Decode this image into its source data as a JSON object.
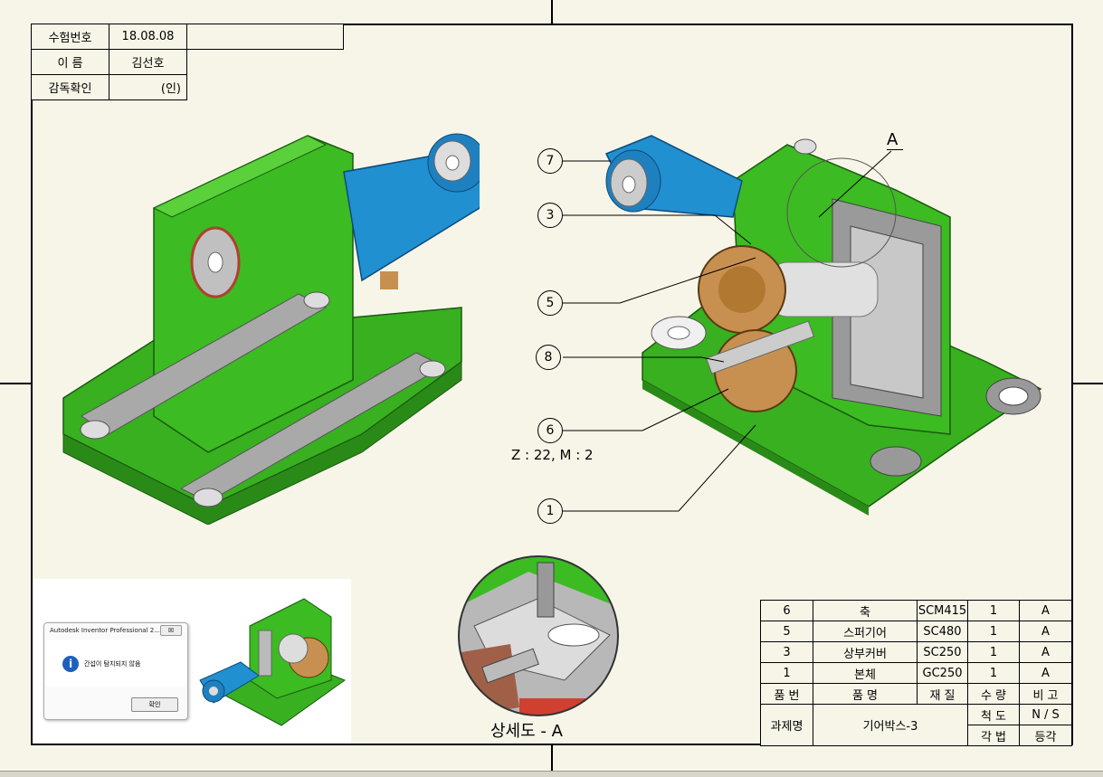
{
  "info_block": {
    "exam_no_label": "수험번호",
    "exam_no_value": "18.08.08",
    "name_label": "이 름",
    "name_value": "김선호",
    "supervisor_label": "감독확인",
    "supervisor_value": "(인)"
  },
  "callouts": [
    "7",
    "3",
    "5",
    "8",
    "6",
    "1"
  ],
  "detail_marker": "A",
  "gear_spec": "Z : 22, M : 2",
  "detail_caption": "상세도 - A",
  "parts_list": {
    "rows": [
      {
        "no": "6",
        "name": "축",
        "material": "SCM415",
        "qty": "1",
        "note": "A"
      },
      {
        "no": "5",
        "name": "스퍼기어",
        "material": "SC480",
        "qty": "1",
        "note": "A"
      },
      {
        "no": "3",
        "name": "상부커버",
        "material": "SC250",
        "qty": "1",
        "note": "A"
      },
      {
        "no": "1",
        "name": "본체",
        "material": "GC250",
        "qty": "1",
        "note": "A"
      }
    ],
    "header": {
      "no": "품 번",
      "name": "품 명",
      "material": "재 질",
      "qty": "수 량",
      "note": "비 고"
    },
    "project_label": "과제명",
    "project_value": "기어박스-3",
    "scale_label": "척 도",
    "scale_value": "N / S",
    "projection_label": "각 법",
    "projection_value": "등각"
  },
  "dialog": {
    "title": "Autodesk Inventor Professional 2...",
    "close": "☒",
    "message": "간섭이 탐지되지 않음",
    "ok_label": "확인"
  },
  "colors": {
    "body_green": "#3cb521",
    "cover_blue": "#1f7fc4",
    "gear_brown": "#b88a55",
    "paper": "#f7f5e8"
  }
}
